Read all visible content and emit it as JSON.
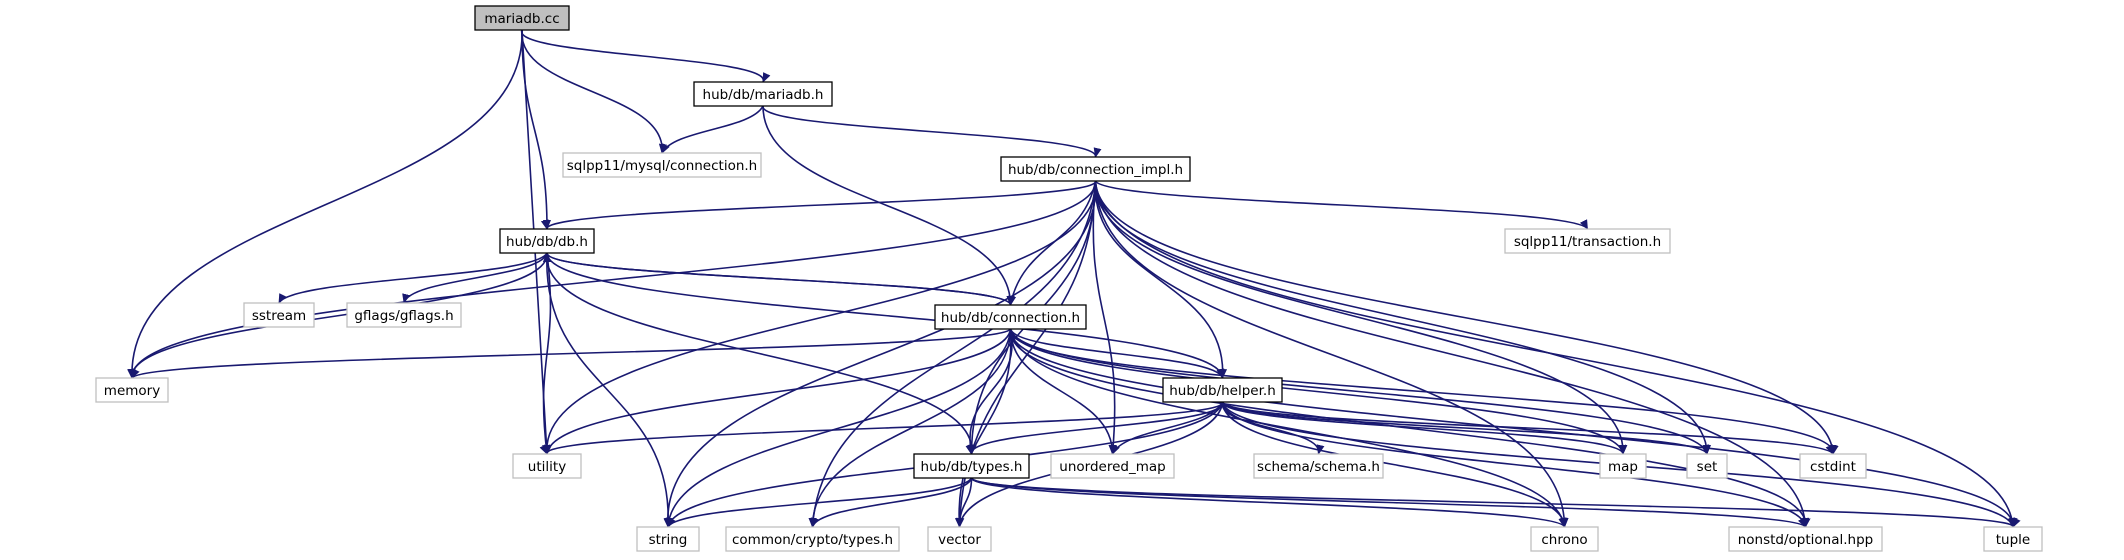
{
  "colors": {
    "edge": "#191970",
    "root_fill": "#bfbfbf",
    "root_stroke": "#000000",
    "documented_stroke": "#000000",
    "external_stroke": "#bfbfbf",
    "external_text": "#404040",
    "node_fill": "#ffffff"
  },
  "nodes": [
    {
      "id": "mariadb_cc",
      "label": "mariadb.cc",
      "kind": "root"
    },
    {
      "id": "hub_db_mariadb_h",
      "label": "hub/db/mariadb.h",
      "kind": "documented"
    },
    {
      "id": "sqlpp11_mysql_connection_h",
      "label": "sqlpp11/mysql/connection.h",
      "kind": "external"
    },
    {
      "id": "hub_db_connection_impl_h",
      "label": "hub/db/connection_impl.h",
      "kind": "documented"
    },
    {
      "id": "hub_db_db_h",
      "label": "hub/db/db.h",
      "kind": "documented"
    },
    {
      "id": "sqlpp11_transaction_h",
      "label": "sqlpp11/transaction.h",
      "kind": "external"
    },
    {
      "id": "sstream",
      "label": "sstream",
      "kind": "external"
    },
    {
      "id": "gflags_gflags_h",
      "label": "gflags/gflags.h",
      "kind": "external"
    },
    {
      "id": "hub_db_connection_h",
      "label": "hub/db/connection.h",
      "kind": "documented"
    },
    {
      "id": "memory",
      "label": "memory",
      "kind": "external"
    },
    {
      "id": "hub_db_helper_h",
      "label": "hub/db/helper.h",
      "kind": "documented"
    },
    {
      "id": "utility",
      "label": "utility",
      "kind": "external"
    },
    {
      "id": "hub_db_types_h",
      "label": "hub/db/types.h",
      "kind": "documented"
    },
    {
      "id": "unordered_map",
      "label": "unordered_map",
      "kind": "external"
    },
    {
      "id": "schema_schema_h",
      "label": "schema/schema.h",
      "kind": "external"
    },
    {
      "id": "map",
      "label": "map",
      "kind": "external"
    },
    {
      "id": "set",
      "label": "set",
      "kind": "external"
    },
    {
      "id": "cstdint",
      "label": "cstdint",
      "kind": "external"
    },
    {
      "id": "string",
      "label": "string",
      "kind": "external"
    },
    {
      "id": "common_crypto_types_h",
      "label": "common/crypto/types.h",
      "kind": "external"
    },
    {
      "id": "vector",
      "label": "vector",
      "kind": "external"
    },
    {
      "id": "chrono",
      "label": "chrono",
      "kind": "external"
    },
    {
      "id": "nonstd_optional_hpp",
      "label": "nonstd/optional.hpp",
      "kind": "external"
    },
    {
      "id": "tuple",
      "label": "tuple",
      "kind": "external"
    }
  ],
  "edges": [
    [
      "mariadb_cc",
      "hub_db_mariadb_h"
    ],
    [
      "mariadb_cc",
      "sqlpp11_mysql_connection_h"
    ],
    [
      "mariadb_cc",
      "hub_db_db_h"
    ],
    [
      "mariadb_cc",
      "memory"
    ],
    [
      "mariadb_cc",
      "utility"
    ],
    [
      "hub_db_mariadb_h",
      "sqlpp11_mysql_connection_h"
    ],
    [
      "hub_db_mariadb_h",
      "hub_db_connection_impl_h"
    ],
    [
      "hub_db_mariadb_h",
      "hub_db_connection_h"
    ],
    [
      "hub_db_connection_impl_h",
      "hub_db_db_h"
    ],
    [
      "hub_db_connection_impl_h",
      "sqlpp11_transaction_h"
    ],
    [
      "hub_db_connection_impl_h",
      "hub_db_connection_h"
    ],
    [
      "hub_db_connection_impl_h",
      "hub_db_helper_h"
    ],
    [
      "hub_db_connection_impl_h",
      "hub_db_types_h"
    ],
    [
      "hub_db_connection_impl_h",
      "memory"
    ],
    [
      "hub_db_connection_impl_h",
      "utility"
    ],
    [
      "hub_db_connection_impl_h",
      "unordered_map"
    ],
    [
      "hub_db_connection_impl_h",
      "map"
    ],
    [
      "hub_db_connection_impl_h",
      "set"
    ],
    [
      "hub_db_connection_impl_h",
      "cstdint"
    ],
    [
      "hub_db_connection_impl_h",
      "string"
    ],
    [
      "hub_db_connection_impl_h",
      "common_crypto_types_h"
    ],
    [
      "hub_db_connection_impl_h",
      "vector"
    ],
    [
      "hub_db_connection_impl_h",
      "chrono"
    ],
    [
      "hub_db_connection_impl_h",
      "nonstd_optional_hpp"
    ],
    [
      "hub_db_connection_impl_h",
      "tuple"
    ],
    [
      "hub_db_db_h",
      "sstream"
    ],
    [
      "hub_db_db_h",
      "gflags_gflags_h"
    ],
    [
      "hub_db_db_h",
      "hub_db_connection_h"
    ],
    [
      "hub_db_db_h",
      "memory"
    ],
    [
      "hub_db_db_h",
      "utility"
    ],
    [
      "hub_db_db_h",
      "hub_db_types_h"
    ],
    [
      "hub_db_db_h",
      "string"
    ],
    [
      "hub_db_connection_h",
      "hub_db_db_h"
    ],
    [
      "hub_db_connection_h",
      "hub_db_helper_h"
    ],
    [
      "hub_db_connection_h",
      "hub_db_types_h"
    ],
    [
      "hub_db_connection_h",
      "memory"
    ],
    [
      "hub_db_connection_h",
      "utility"
    ],
    [
      "hub_db_connection_h",
      "unordered_map"
    ],
    [
      "hub_db_connection_h",
      "map"
    ],
    [
      "hub_db_connection_h",
      "set"
    ],
    [
      "hub_db_connection_h",
      "cstdint"
    ],
    [
      "hub_db_connection_h",
      "string"
    ],
    [
      "hub_db_connection_h",
      "common_crypto_types_h"
    ],
    [
      "hub_db_connection_h",
      "vector"
    ],
    [
      "hub_db_connection_h",
      "chrono"
    ],
    [
      "hub_db_connection_h",
      "nonstd_optional_hpp"
    ],
    [
      "hub_db_connection_h",
      "tuple"
    ],
    [
      "hub_db_helper_h",
      "hub_db_db_h"
    ],
    [
      "hub_db_helper_h",
      "hub_db_types_h"
    ],
    [
      "hub_db_helper_h",
      "utility"
    ],
    [
      "hub_db_helper_h",
      "unordered_map"
    ],
    [
      "hub_db_helper_h",
      "schema_schema_h"
    ],
    [
      "hub_db_helper_h",
      "map"
    ],
    [
      "hub_db_helper_h",
      "set"
    ],
    [
      "hub_db_helper_h",
      "cstdint"
    ],
    [
      "hub_db_helper_h",
      "string"
    ],
    [
      "hub_db_helper_h",
      "vector"
    ],
    [
      "hub_db_helper_h",
      "chrono"
    ],
    [
      "hub_db_helper_h",
      "nonstd_optional_hpp"
    ],
    [
      "hub_db_helper_h",
      "tuple"
    ],
    [
      "hub_db_types_h",
      "string"
    ],
    [
      "hub_db_types_h",
      "common_crypto_types_h"
    ],
    [
      "hub_db_types_h",
      "vector"
    ],
    [
      "hub_db_types_h",
      "chrono"
    ],
    [
      "hub_db_types_h",
      "nonstd_optional_hpp"
    ],
    [
      "hub_db_types_h",
      "tuple"
    ]
  ]
}
